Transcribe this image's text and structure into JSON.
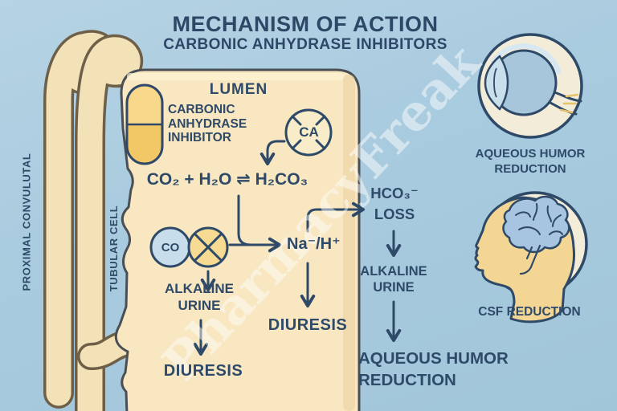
{
  "title": {
    "main": "MECHANISM OF ACTION",
    "sub": "CARBONIC ANHYDRASE INHIBITORS"
  },
  "left_labels": {
    "proximal_tubule": "PROXIMAL CONVULUTAL",
    "tubular_cell": "TUBULAR CELL"
  },
  "lumen": {
    "heading": "LUMEN",
    "drug_label": {
      "line1": "CARBONIC",
      "line2": "ANHYDRASE",
      "line3": "INHIBITOR"
    },
    "ca_enzyme": "CA",
    "equation": "CO₂ + H₂O ⇌ H₂CO₃",
    "co_label": "CO",
    "exchanger": "Na⁻/H⁺",
    "alkaline_urine": {
      "line1": "ALKALINE",
      "line2": "URINE"
    },
    "diuresis_left": "DIURESIS",
    "diuresis_right": "DIURESIS"
  },
  "right_pathway": {
    "hco3_loss": {
      "line1": "HCO₃⁻",
      "line2": "LOSS"
    },
    "alkaline_urine": {
      "line1": "ALKALINE",
      "line2": "URINE"
    },
    "aqueous_humor": {
      "line1": "AQUEOUS HUMOR",
      "line2": "REDUCTION"
    }
  },
  "effects": {
    "eye_label": {
      "line1": "AQUEOUS HUMOR",
      "line2": "REDUCTION"
    },
    "brain_label": "CSF REDUCTION"
  },
  "watermark": "PharmacyFreak",
  "colors": {
    "background": "#a9cbdf",
    "ink": "#2e4a68",
    "cell_fill": "#f8e7c0",
    "cell_outline": "#4a4e55",
    "tube_fill": "#f3e1b8",
    "tube_outline": "#6e6048",
    "capsule_fill": "#f5cd74",
    "co_circle_fill": "#c8ddec",
    "blocked_circle_fill": "#f7db92",
    "badge_fill": "#f3ecd8",
    "eye_fill": "#a7c6dc",
    "brain_fill": "#a7c4e0",
    "head_fill": "#f3d694",
    "watermark_color": "#ffffff"
  }
}
